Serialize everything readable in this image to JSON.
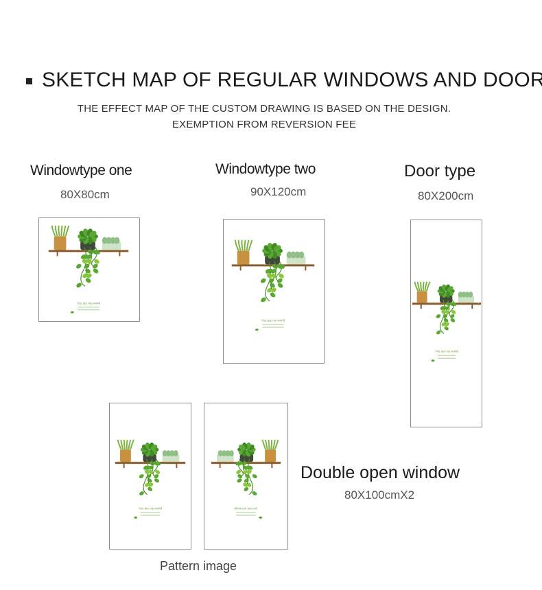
{
  "header": {
    "title": "SKETCH MAP OF REGULAR WINDOWS AND DOORS",
    "subtitle_line1": "THE EFFECT MAP OF THE CUSTOM DRAWING IS BASED ON THE DESIGN.",
    "subtitle_line2": "EXEMPTION FROM REVERSION FEE"
  },
  "types": [
    {
      "name": "Windowtype    one",
      "size": "80X80cm"
    },
    {
      "name": "Windowtype    two",
      "size": "90X120cm"
    },
    {
      "name": "Door type",
      "size": "80X200cm"
    },
    {
      "name": "Double open window",
      "size": "80X100cmX2"
    }
  ],
  "artwork": {
    "caption": "You are my world",
    "leaf_color": "#5aa832",
    "shelf_color": "#8b5a2b",
    "pot_color": "#c9913f"
  },
  "pattern_label": "Pattern image"
}
